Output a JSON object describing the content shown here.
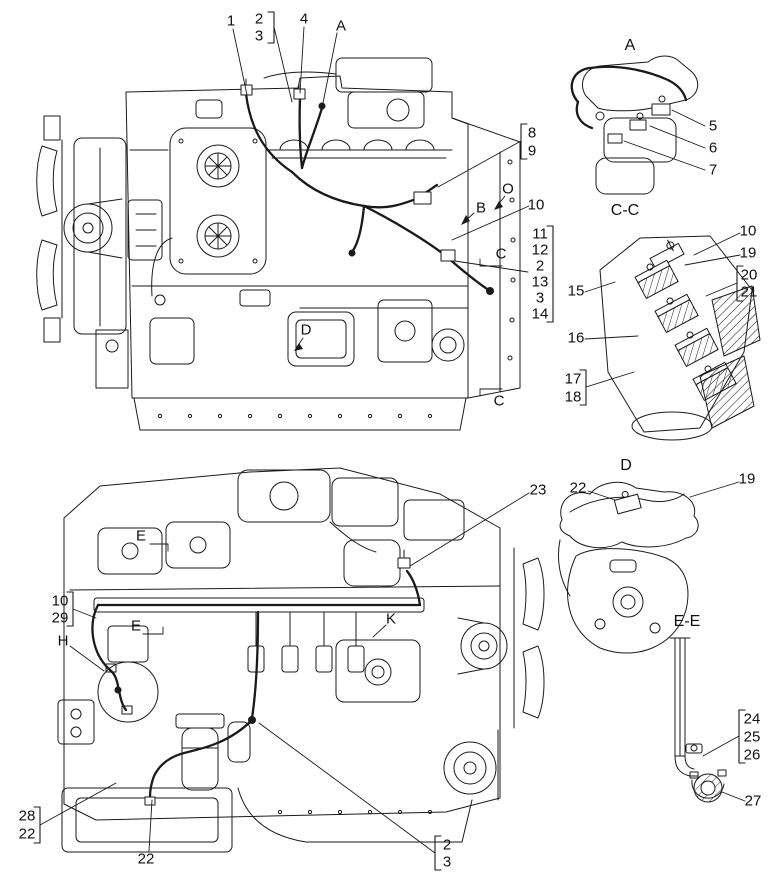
{
  "figure": {
    "type": "engine-parts-diagram",
    "background": "#ffffff",
    "line_color": "#1a1a1a"
  },
  "views": {
    "detail_a": {
      "title": "A"
    },
    "section_cc": {
      "title": "C-C"
    },
    "detail_d": {
      "title": "D"
    },
    "section_ee": {
      "title": "E-E"
    }
  },
  "callouts": {
    "n1": "1",
    "n2_top": "2",
    "n3_top": "3",
    "n4": "4",
    "a_ref": "A",
    "n8": "8",
    "n9": "9",
    "o_ref": "O",
    "b_ref": "B",
    "n10_main": "10",
    "n11": "11",
    "n12": "12",
    "n2_list": "2",
    "n13": "13",
    "n3_list": "3",
    "n14": "14",
    "c_top": "C",
    "d_ref": "D",
    "c_bottom": "C",
    "n5": "5",
    "n6": "6",
    "n7": "7",
    "n10_cc": "10",
    "n19_cc": "19",
    "n20": "20",
    "n21": "21",
    "n15": "15",
    "n16": "16",
    "n17": "17",
    "n18": "18",
    "n23": "23",
    "e_ref_top": "E",
    "n10_rail": "10",
    "n29": "29",
    "e_ref_mid": "E",
    "h_ref": "H",
    "k_ref": "K",
    "n28": "28",
    "n22_left": "22",
    "n22_bottom": "22",
    "n2_bot": "2",
    "n3_bot": "3",
    "n22_d": "22",
    "n19_d": "19",
    "n24": "24",
    "n25": "25",
    "n26": "26",
    "n27": "27"
  },
  "callout_groups": [
    [
      "2",
      "3"
    ],
    [
      "8",
      "9"
    ],
    [
      "11",
      "12",
      "2",
      "13",
      "3",
      "14"
    ],
    [
      "20",
      "21"
    ],
    [
      "17",
      "18"
    ],
    [
      "10",
      "29"
    ],
    [
      "28",
      "22"
    ],
    [
      "2",
      "3"
    ],
    [
      "24",
      "25",
      "26"
    ]
  ]
}
